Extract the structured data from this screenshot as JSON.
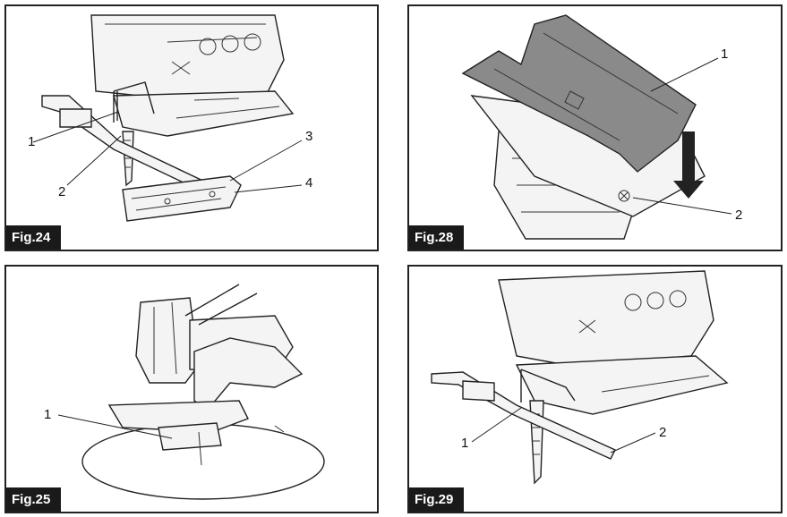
{
  "figures": [
    {
      "id": "fig24",
      "label": "Fig.24",
      "callouts": [
        "1",
        "2",
        "3",
        "4"
      ]
    },
    {
      "id": "fig28",
      "label": "Fig.28",
      "callouts": [
        "1",
        "2"
      ]
    },
    {
      "id": "fig25",
      "label": "Fig.25",
      "callouts": [
        "1"
      ]
    },
    {
      "id": "fig29",
      "label": "Fig.29",
      "callouts": [
        "1",
        "2"
      ]
    }
  ]
}
